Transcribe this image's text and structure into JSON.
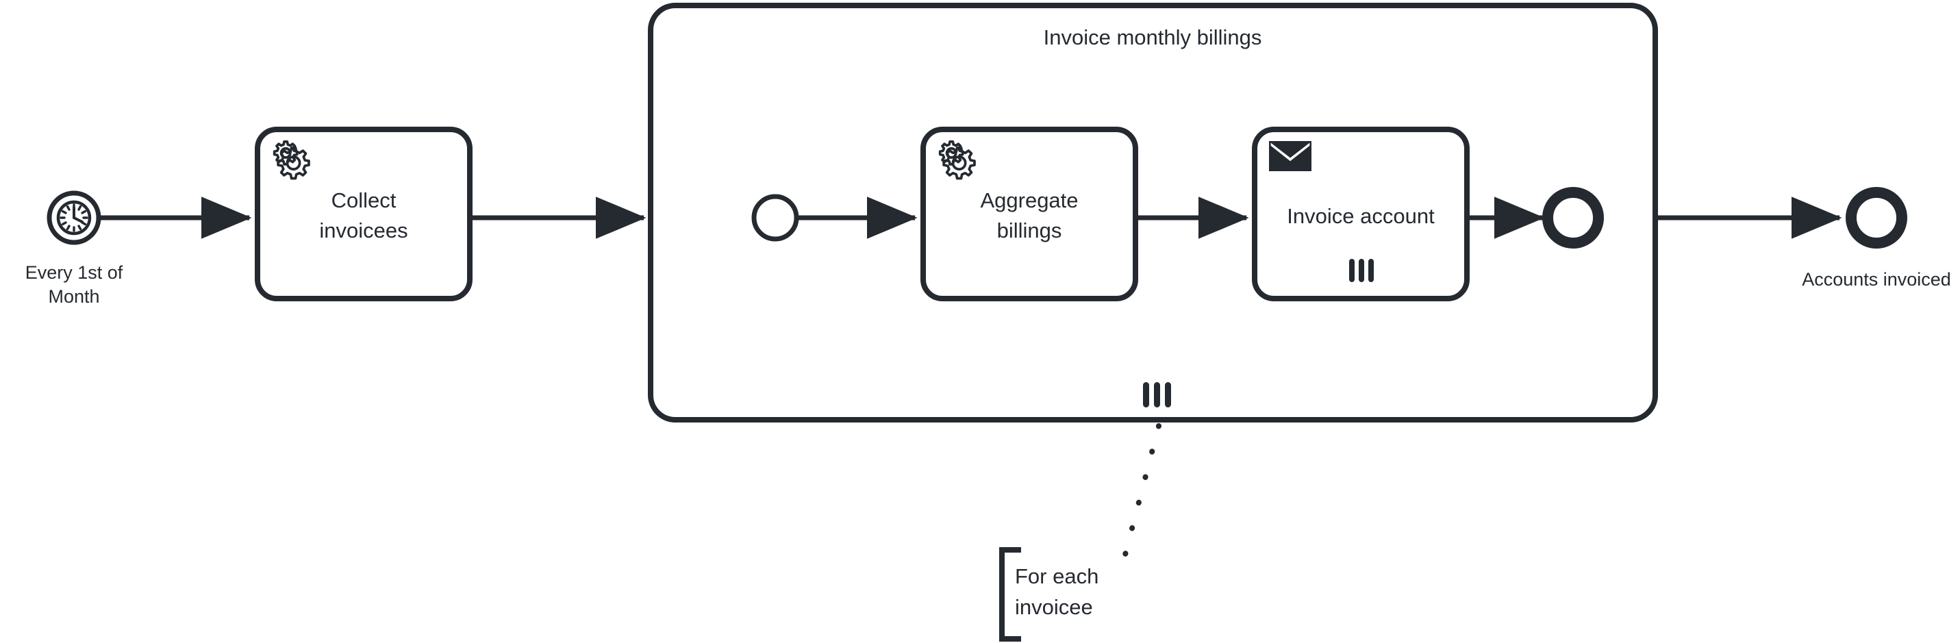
{
  "diagram": {
    "type": "bpmn-process",
    "colors": {
      "stroke": "#252a31",
      "background": "#ffffff",
      "fill": "#ffffff"
    }
  },
  "start_event": {
    "name": "timer-start-event",
    "icon": "clock-icon",
    "label_line1": "Every 1st of",
    "label_line2": "Month"
  },
  "task_collect": {
    "name": "service-task-collect-invoicees",
    "icon": "gears-icon",
    "label_line1": "Collect",
    "label_line2": "invoicees"
  },
  "subprocess": {
    "name": "subprocess-invoice-monthly-billings",
    "title": "Invoice monthly billings",
    "marker": "parallel-multi-instance-marker"
  },
  "inner_start_event": {
    "name": "start-event-inner",
    "label": ""
  },
  "task_aggregate": {
    "name": "service-task-aggregate-billings",
    "icon": "gears-icon",
    "label_line1": "Aggregate",
    "label_line2": "billings"
  },
  "task_invoice": {
    "name": "send-task-invoice-account",
    "icon": "envelope-icon",
    "label": "Invoice account",
    "marker": "parallel-multi-instance-marker"
  },
  "inner_end_event": {
    "name": "end-event-inner",
    "label": ""
  },
  "outer_end_event": {
    "name": "end-event-accounts-invoiced",
    "label": "Accounts invoiced"
  },
  "annotation": {
    "name": "text-annotation-for-each-invoicee",
    "line1": "For each",
    "line2": "invoicee"
  },
  "flows": [
    {
      "name": "flow-start-to-collect",
      "from": "timer-start-event",
      "to": "service-task-collect-invoicees"
    },
    {
      "name": "flow-collect-to-subprocess",
      "from": "service-task-collect-invoicees",
      "to": "subprocess-invoice-monthly-billings"
    },
    {
      "name": "flow-innerstart-to-aggregate",
      "from": "start-event-inner",
      "to": "service-task-aggregate-billings"
    },
    {
      "name": "flow-aggregate-to-invoice",
      "from": "service-task-aggregate-billings",
      "to": "send-task-invoice-account"
    },
    {
      "name": "flow-invoice-to-innerend",
      "from": "send-task-invoice-account",
      "to": "end-event-inner"
    },
    {
      "name": "flow-subprocess-to-end",
      "from": "subprocess-invoice-monthly-billings",
      "to": "end-event-accounts-invoiced"
    }
  ]
}
